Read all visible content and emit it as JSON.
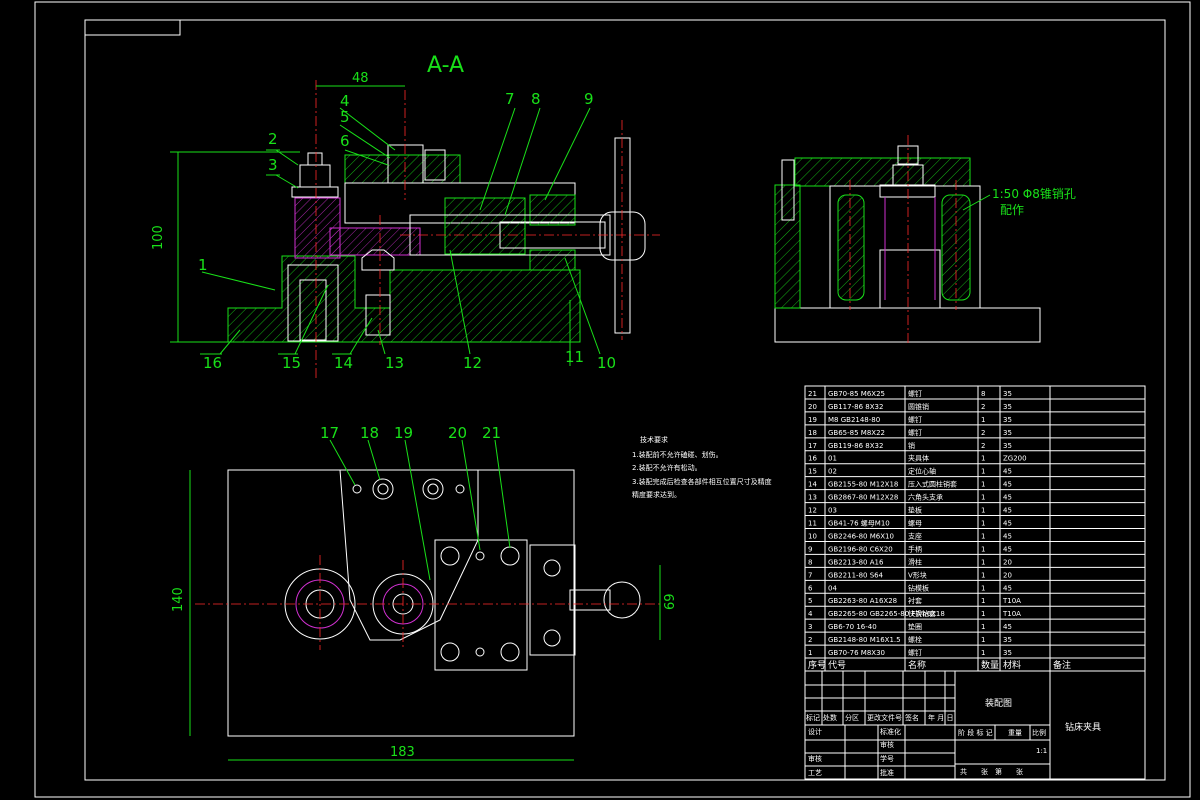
{
  "section_title": "A-A",
  "dimensions": {
    "d48": "48",
    "d100": "100",
    "d140": "140",
    "d69": "69",
    "d183": "183"
  },
  "note_aux": "1:50 Φ8锥销孔",
  "note_aux2": "配作",
  "part_numbers": [
    "1",
    "2",
    "3",
    "4",
    "5",
    "6",
    "7",
    "8",
    "9",
    "10",
    "11",
    "12",
    "13",
    "14",
    "15",
    "16",
    "17",
    "18",
    "19",
    "20",
    "21"
  ],
  "tech_req": {
    "title": "技术要求",
    "items": [
      "1.装配前不允许磕碰、划伤。",
      "2.装配不允许有松动。",
      "3.装配完成后检查各部件相互位置尺寸及精度",
      "精度要求达到。"
    ]
  },
  "parts_table": {
    "headers": [
      "序号",
      "代号",
      "名称",
      "数量",
      "材料",
      "备注"
    ],
    "rows": [
      [
        "21",
        "GB70-85 M6X25",
        "螺钉",
        "8",
        "35",
        ""
      ],
      [
        "20",
        "GB117-86 8X32",
        "圆锥销",
        "2",
        "35",
        ""
      ],
      [
        "19",
        "M8 GB2148-80",
        "螺钉",
        "1",
        "35",
        ""
      ],
      [
        "18",
        "GB65-85 M8X22",
        "螺钉",
        "2",
        "35",
        ""
      ],
      [
        "17",
        "GB119-86 8X32",
        "销",
        "2",
        "35",
        ""
      ],
      [
        "16",
        "01",
        "夹具体",
        "1",
        "ZG200",
        ""
      ],
      [
        "15",
        "02",
        "定位心轴",
        "1",
        "45",
        ""
      ],
      [
        "14",
        "GB2155-80 M12X18",
        "压入式圆柱销套",
        "1",
        "45",
        ""
      ],
      [
        "13",
        "GB2867-80 M12X28",
        "六角头支承",
        "1",
        "45",
        ""
      ],
      [
        "12",
        "03",
        "垫板",
        "1",
        "45",
        ""
      ],
      [
        "11",
        "GB41-76 螺母M10",
        "螺母",
        "1",
        "45",
        ""
      ],
      [
        "10",
        "GB2246-80 M6X10",
        "支座",
        "1",
        "45",
        ""
      ],
      [
        "9",
        "GB2196-80 C6X20",
        "手柄",
        "1",
        "45",
        ""
      ],
      [
        "8",
        "GB2213-80 A16",
        "滑柱",
        "1",
        "20",
        ""
      ],
      [
        "7",
        "GB2211-80 S64",
        "V形块",
        "1",
        "20",
        ""
      ],
      [
        "6",
        "04",
        "钻模板",
        "1",
        "45",
        ""
      ],
      [
        "5",
        "GB2263-80 A16X28",
        "衬套",
        "1",
        "T10A",
        ""
      ],
      [
        "4",
        "GB2265-80 GB2265-80 F7/h6X18",
        "快换钻套",
        "1",
        "T10A",
        ""
      ],
      [
        "3",
        "GB6-70 16-40",
        "垫圈",
        "1",
        "45",
        ""
      ],
      [
        "2",
        "GB2148-80 M16X1.5",
        "螺栓",
        "1",
        "35",
        ""
      ],
      [
        "1",
        "GB70-76 M8X30",
        "螺钉",
        "1",
        "35",
        ""
      ]
    ]
  },
  "title_block": {
    "drawing_type": "装配图",
    "product_name": "钻床夹具",
    "row_labels": [
      "标记",
      "处数",
      "分区",
      "更改文件号",
      "签名",
      "年 月 日"
    ],
    "design": "设计",
    "standardization": "标准化",
    "review": "审核",
    "process": "工艺",
    "approve": "批准",
    "audit": "审核",
    "student_no": "学号",
    "stage": "阶 段 标 记",
    "weight": "重量",
    "scale_label": "比例",
    "scale": "1:1",
    "sheets": "共　　张　第　　张"
  },
  "colors": {
    "outline": "#19e019",
    "visible": "#ffffff",
    "center": "#ff2a2a",
    "hidden": "#d030d0",
    "background": "#000000"
  }
}
